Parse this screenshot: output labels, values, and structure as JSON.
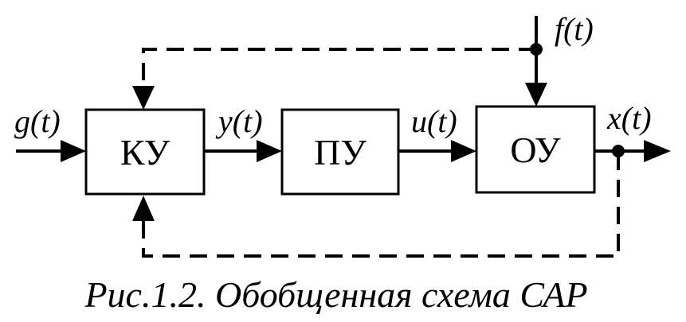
{
  "blocks": {
    "ku": "КУ",
    "pu": "ПУ",
    "ou": "ОУ"
  },
  "signals": {
    "g": "g(t)",
    "y": "y(t)",
    "u": "u(t)",
    "x": "x(t)",
    "f": "f(t)"
  },
  "caption": "Рис.1.2. Обобщенная схема САР"
}
